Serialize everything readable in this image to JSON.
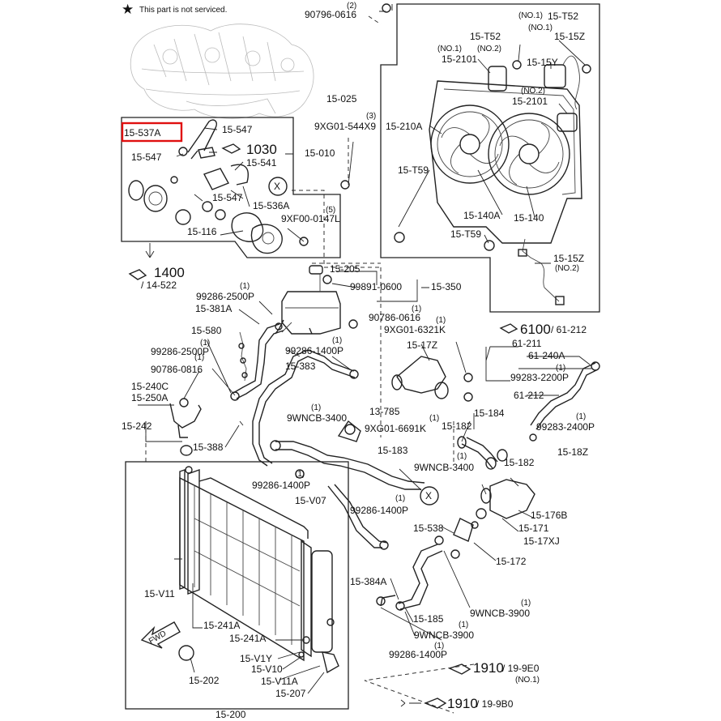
{
  "notice": {
    "star": "★",
    "text": "This part is not serviced."
  },
  "highlight": {
    "label": "15-537A",
    "color": "#e01010"
  },
  "labels": {
    "l_90796": "90796-0616",
    "l_90796_qty": "(2)",
    "l_15T52a": "15-T52",
    "l_15T52a_no": "(NO.1)",
    "l_15Z": "15-15Z",
    "l_15T52b": "15-T52",
    "l_15T52b_no": "(NO.2)",
    "l_2101a_no": "(NO.1)",
    "l_2101a": "15-2101",
    "l_15Y": "15-15Y",
    "l_2101b_no": "(NO.2)",
    "l_2101b": "15-2101",
    "l_025": "15-025",
    "l_210A": "15-210A",
    "l_T59a": "15-T59",
    "l_140A": "15-140A",
    "l_140": "15-140",
    "l_T59b": "15-T59",
    "l_15Zb": "15-15Z",
    "l_15Zb_no": "(NO.2)",
    "l_547a": "15-547",
    "l_1030": "1030",
    "l_547b": "15-547",
    "l_541": "15-541",
    "l_547c": "15-547",
    "l_536A": "15-536A",
    "l_116": "15-116",
    "l_010": "15-010",
    "l_9XG01_544": "9XG01-544X9",
    "l_9XG01_544_qty": "(3)",
    "l_9XF00": "9XF00-0147L",
    "l_9XF00_qty": "(5)",
    "l_1400": "1400",
    "l_14522": "/ 14-522",
    "l_205": "15-205",
    "l_99891": "99891-0600",
    "l_350": "15-350",
    "l_99286_2500P": "99286-2500P",
    "l_99286_2500P_qty": "(1)",
    "l_381A": "15-381A",
    "l_90786_0616": "90786-0616",
    "l_90786_0616_qty": "(1)",
    "l_9XG01_6321K": "9XG01-6321K",
    "l_9XG01_6321K_qty": "(1)",
    "l_6100": "6100",
    "l_61212": "/ 61-212",
    "l_580": "15-580",
    "l_99286_2500P2": "99286-2500P",
    "l_99286_2500P2_qty": "(1)",
    "l_99286_1400P": "99286-1400P",
    "l_99286_1400P_qty": "(1)",
    "l_383": "15-383",
    "l_17Z": "15-17Z",
    "l_61211": "61-211",
    "l_61240A": "61-240A",
    "l_99283_2200P": "99283-2200P",
    "l_99283_2200P_qty": "(1)",
    "l_61212b": "61-212",
    "l_90786_0816": "90786-0816",
    "l_90786_0816_qty": "(1)",
    "l_240C": "15-240C",
    "l_250A": "15-250A",
    "l_242": "15-242",
    "l_388": "15-388",
    "l_9WNCB_3400": "9WNCB-3400",
    "l_9WNCB_3400_qty": "(1)",
    "l_13785": "13-785",
    "l_9XG01_6691K": "9XG01-6691K",
    "l_9XG01_6691K_qty": "(1)",
    "l_182a": "15-182",
    "l_184": "15-184",
    "l_99283_2400P": "99283-2400P",
    "l_99283_2400P_qty": "(1)",
    "l_18Z": "15-18Z",
    "l_183": "15-183",
    "l_182b": "15-182",
    "l_9WNCB_3400b": "9WNCB-3400",
    "l_9WNCB_3400b_qty": "(1)",
    "l_99286_1400P2": "99286-1400P",
    "l_99286_1400P2_qty": "(1)",
    "l_V07": "15-V07",
    "l_99286_1400P3": "99286-1400P",
    "l_99286_1400P3_qty": "(1)",
    "l_176B": "15-176B",
    "l_171": "15-171",
    "l_17XJ": "15-17XJ",
    "l_538": "15-538",
    "l_172": "15-172",
    "l_V11": "15-V11",
    "l_384A": "15-384A",
    "l_9WNCB_3900": "9WNCB-3900",
    "l_9WNCB_3900_qty": "(1)",
    "l_185": "15-185",
    "l_9WNCB_3900b": "9WNCB-3900",
    "l_9WNCB_3900b_qty": "(1)",
    "l_241A": "15-241A",
    "l_241Ab": "15-241A",
    "l_V1Y": "15-V1Y",
    "l_V10": "15-V10",
    "l_V11A": "15-V11A",
    "l_207": "15-207",
    "l_202": "15-202",
    "l_200": "15-200",
    "l_99286_1400P4": "99286-1400P",
    "l_99286_1400P4_qty": "(1)",
    "l_1910a": "1910",
    "l_199E0": "/ 19-9E0",
    "l_199E0_no": "(NO.1)",
    "l_1910b": "1910",
    "l_199B0": "/ 19-9B0",
    "l_fwd": "FWD",
    "l_x1": "X",
    "l_x2": "X"
  }
}
